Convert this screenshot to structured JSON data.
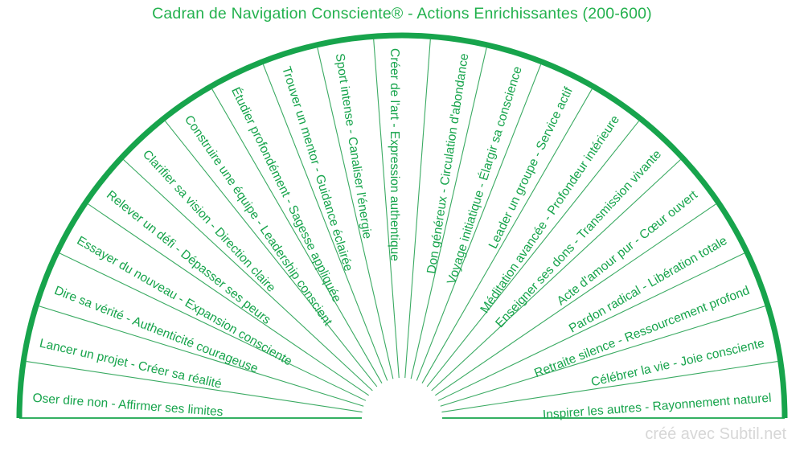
{
  "title": "Cadran de Navigation Consciente® - Actions Enrichissantes (200-600)",
  "watermark": "créé avec Subtil.net",
  "colors": {
    "title_green": "#23b14e",
    "dial_green": "#17a44c",
    "line_green": "#3aaa62",
    "watermark_gray": "#d7d7d7"
  },
  "dial": {
    "type": "semicircular-pendulum-dial",
    "sector_count": 21,
    "labels": [
      "Oser dire non - Affirmer ses limites",
      "Lancer un projet - Créer sa réalité",
      "Dire sa vérité - Authenticité courageuse",
      "Essayer du nouveau - Expansion consciente",
      "Relever un défi - Dépasser ses peurs",
      "Clarifier sa vision - Direction claire",
      "Construire une équipe - Leadership conscient",
      "Étudier profondément - Sagesse appliquée",
      "Trouver un mentor - Guidance éclairée",
      "Sport intense - Canaliser l'énergie",
      "Créer de l'art - Expression authentique",
      "Don généreux - Circulation d'abondance",
      "Voyage initiatique - Élargir sa conscience",
      "Leader un groupe - Service actif",
      "Méditation avancée - Profondeur intérieure",
      "Enseigner ses dons - Transmission vivante",
      "Acte d'amour pur - Cœur ouvert",
      "Pardon radical - Libération totale",
      "Retraite silence - Ressourcement profond",
      "Célébrer la vie - Joie consciente",
      "Inspirer les autres - Rayonnement naturel"
    ]
  }
}
